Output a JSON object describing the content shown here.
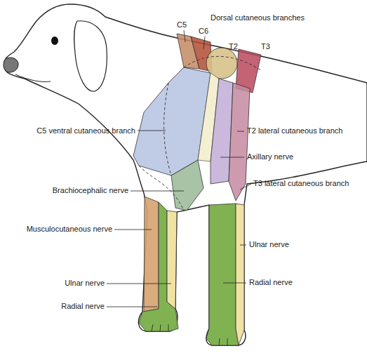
{
  "diagram": {
    "labels": [
      "Dorsal cutaneous branches",
      "C5",
      "C6",
      "T2",
      "T3",
      "C5 ventral cutaneous branch",
      "T2 lateral cutaneous branch",
      "Axillary nerve",
      "T3 lateral cutaneous branch",
      "Brachiocephalic nerve",
      "Musculocutaneous nerve",
      "Ulnar nerve",
      "Ulnar nerve",
      "Radial nerve",
      "Radial nerve"
    ]
  }
}
